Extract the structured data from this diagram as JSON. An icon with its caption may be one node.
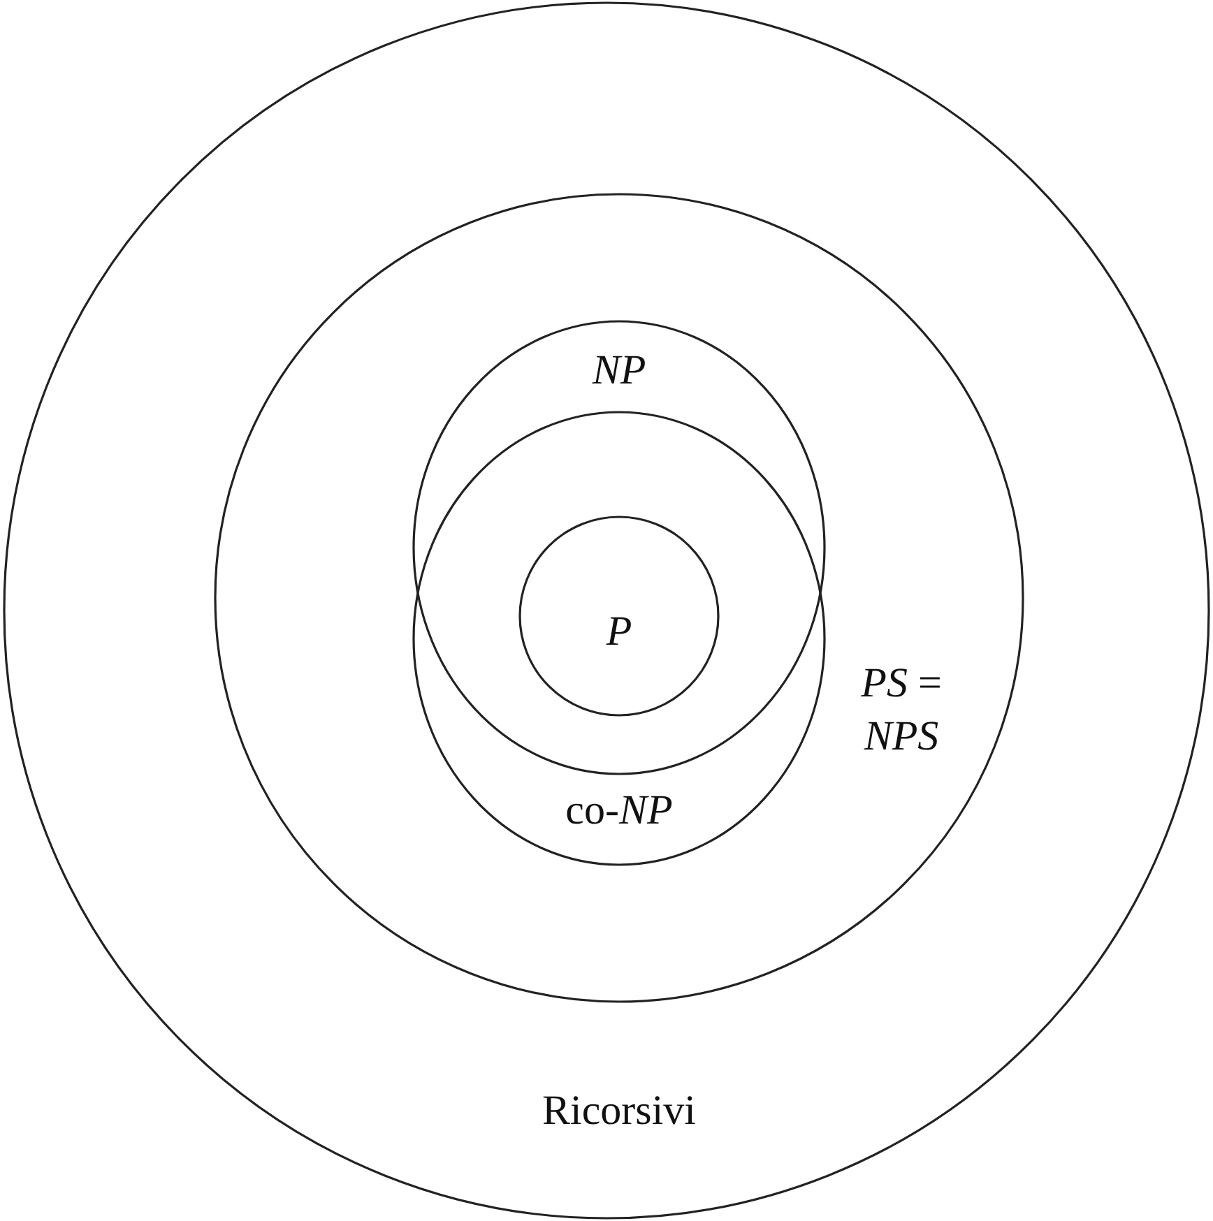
{
  "diagram": {
    "nodes": [
      {
        "text": [
          "Ricorsivi"
        ]
      },
      {
        "text": [
          "*PS* = *NPS*"
        ],
        "in": 0
      },
      {
        "text": [
          "NP"
        ],
        "in": 1
      },
      {
        "text": [
          "co-*NP*"
        ],
        "in": 1
      },
      {
        "text": [
          "P"
        ]
      }
    ]
  }
}
